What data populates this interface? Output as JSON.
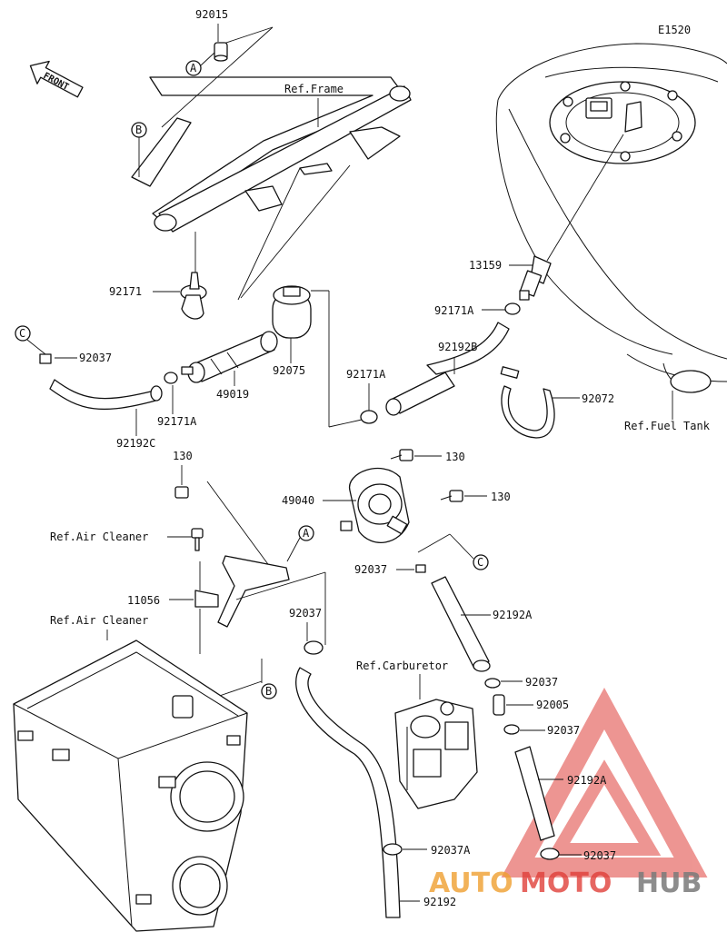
{
  "diagram_code": "E1520",
  "front_label": "FRONT",
  "refs": {
    "frame": "Ref.Frame",
    "air_cleaner_top": "Ref.Air Cleaner",
    "air_cleaner_box": "Ref.Air Cleaner",
    "carburetor": "Ref.Carburetor",
    "fuel_tank": "Ref.Fuel Tank"
  },
  "callouts": {
    "a_top": "A",
    "b_top": "B",
    "c_top": "C",
    "a_bottom": "A",
    "b_bottom": "B",
    "c_bottom": "C"
  },
  "parts": {
    "p92015": "92015",
    "p92171_top": "92171",
    "p92037_left": "92037",
    "p92171A_left": "92171A",
    "p92192C": "92192C",
    "p49019": "49019",
    "p92075": "92075",
    "p13159": "13159",
    "p92171A_right": "92171A",
    "p92192B": "92192B",
    "p92171A_mid": "92171A",
    "p92072": "92072",
    "p130_left": "130",
    "p130_right_top": "130",
    "p130_right": "130",
    "p49040": "49040",
    "p11056": "11056",
    "p92037_mid": "92037",
    "p92037_hose": "92037",
    "p92192A_top": "92192A",
    "p92037_carb1": "92037",
    "p92005": "92005",
    "p92037_carb2": "92037",
    "p92192A_bottom": "92192A",
    "p92037_bottom": "92037",
    "p92037A": "92037A",
    "p92192": "92192"
  },
  "watermark": {
    "part1": "AUTO",
    "part2": "MOTO",
    "part3": "HUB"
  },
  "colors": {
    "watermark_red": "#e0403a",
    "watermark_orange": "#f0a030",
    "watermark_grey": "#7a7a7a"
  }
}
